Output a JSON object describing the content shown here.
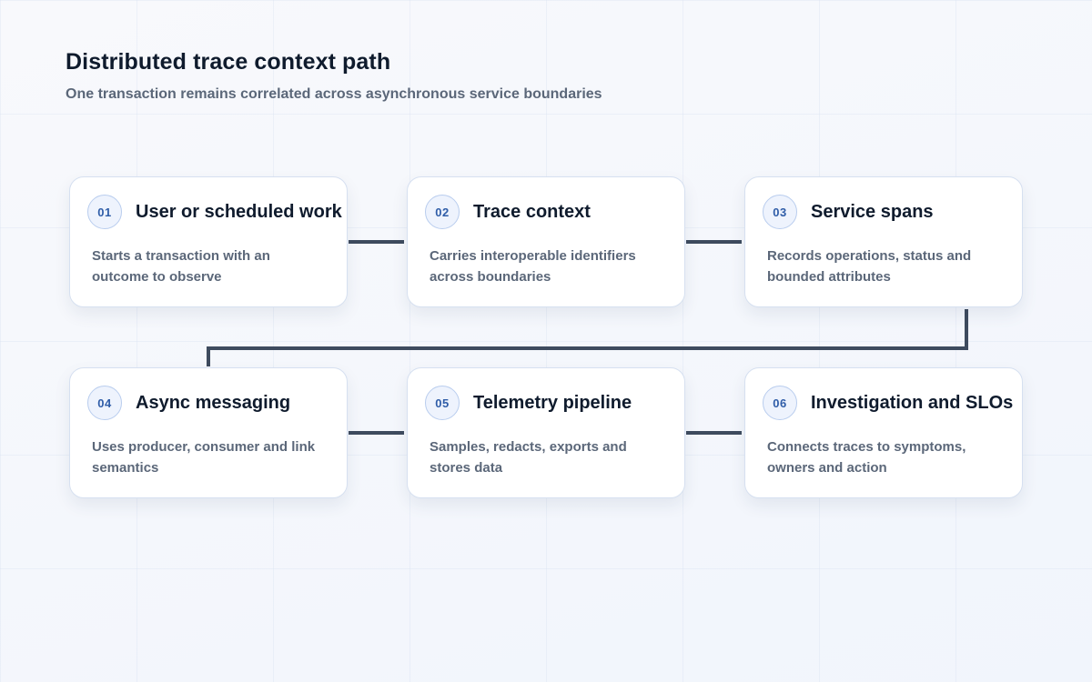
{
  "header": {
    "title": "Distributed trace context path",
    "subtitle": "One transaction remains correlated across asynchronous service boundaries"
  },
  "steps": [
    {
      "number": "01",
      "title": "User or scheduled work",
      "description": "Starts a transaction with an outcome to observe"
    },
    {
      "number": "02",
      "title": "Trace context",
      "description": "Carries interoperable identifiers across boundaries"
    },
    {
      "number": "03",
      "title": "Service spans",
      "description": "Records operations, status and bounded attributes"
    },
    {
      "number": "04",
      "title": "Async messaging",
      "description": "Uses producer, consumer and link semantics"
    },
    {
      "number": "05",
      "title": "Telemetry pipeline",
      "description": "Samples, redacts, exports and stores data"
    },
    {
      "number": "06",
      "title": "Investigation and SLOs",
      "description": "Connects traces to symptoms, owners and action"
    }
  ],
  "colors": {
    "connector": "#3e4b5e",
    "badge_text": "#2f5da8",
    "badge_fill": "#eef3fd",
    "card_border": "#d6e0f0"
  }
}
